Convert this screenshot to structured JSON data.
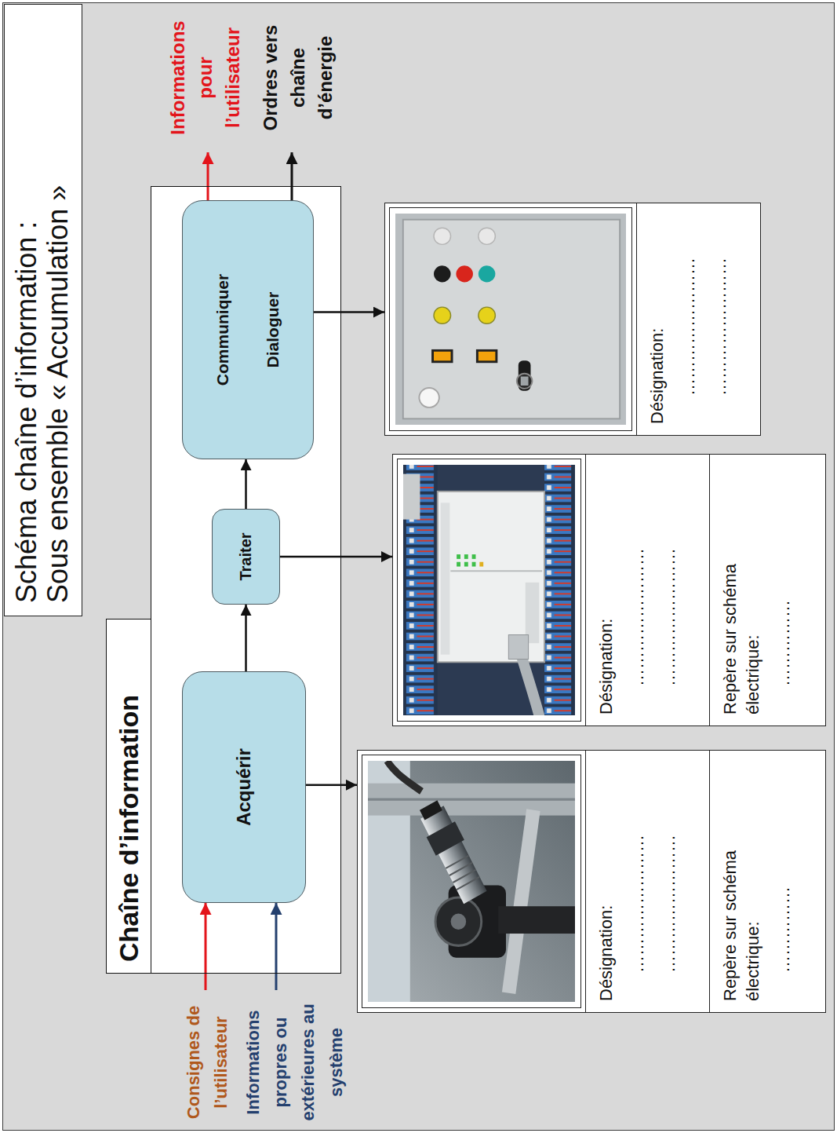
{
  "diagram": {
    "title": "Schéma chaîne d’information : Sous ensemble « Accumulation »",
    "nodes": [
      {
        "text": [
          "Chaîne d’information"
        ]
      },
      {
        "text": [
          "Acquérir"
        ],
        "in": 0
      },
      {
        "text": [
          "Traiter"
        ],
        "in": 0
      },
      {
        "text": [
          "Communiquer",
          "Dialoguer"
        ],
        "in": 0
      },
      {
        "text": [
          "Désignation:",
          "……………………",
          "……………………",
          "Repère sur schéma électrique:",
          "……………"
        ]
      },
      {
        "text": [
          "Désignation:",
          "……………………",
          "……………………",
          "Repère sur schéma électrique:",
          "……………"
        ]
      },
      {
        "text": [
          "Désignation:",
          "……………………",
          "……………………"
        ]
      }
    ],
    "edges": [
      {
        "from": 1,
        "to": 2,
        "arrow": "to"
      },
      {
        "from": 2,
        "to": 3,
        "arrow": "to"
      },
      {
        "from": 1,
        "to": 4,
        "arrow": "to"
      },
      {
        "from": 2,
        "to": 5,
        "arrow": "to"
      },
      {
        "from": 3,
        "to": 6,
        "arrow": "to"
      }
    ],
    "labels": [
      "Consignes de l’utilisateur",
      "Informations propres ou extérieures au système",
      "Informations pour l’utilisateur",
      "Ordres vers chaîne d’énergie"
    ]
  }
}
